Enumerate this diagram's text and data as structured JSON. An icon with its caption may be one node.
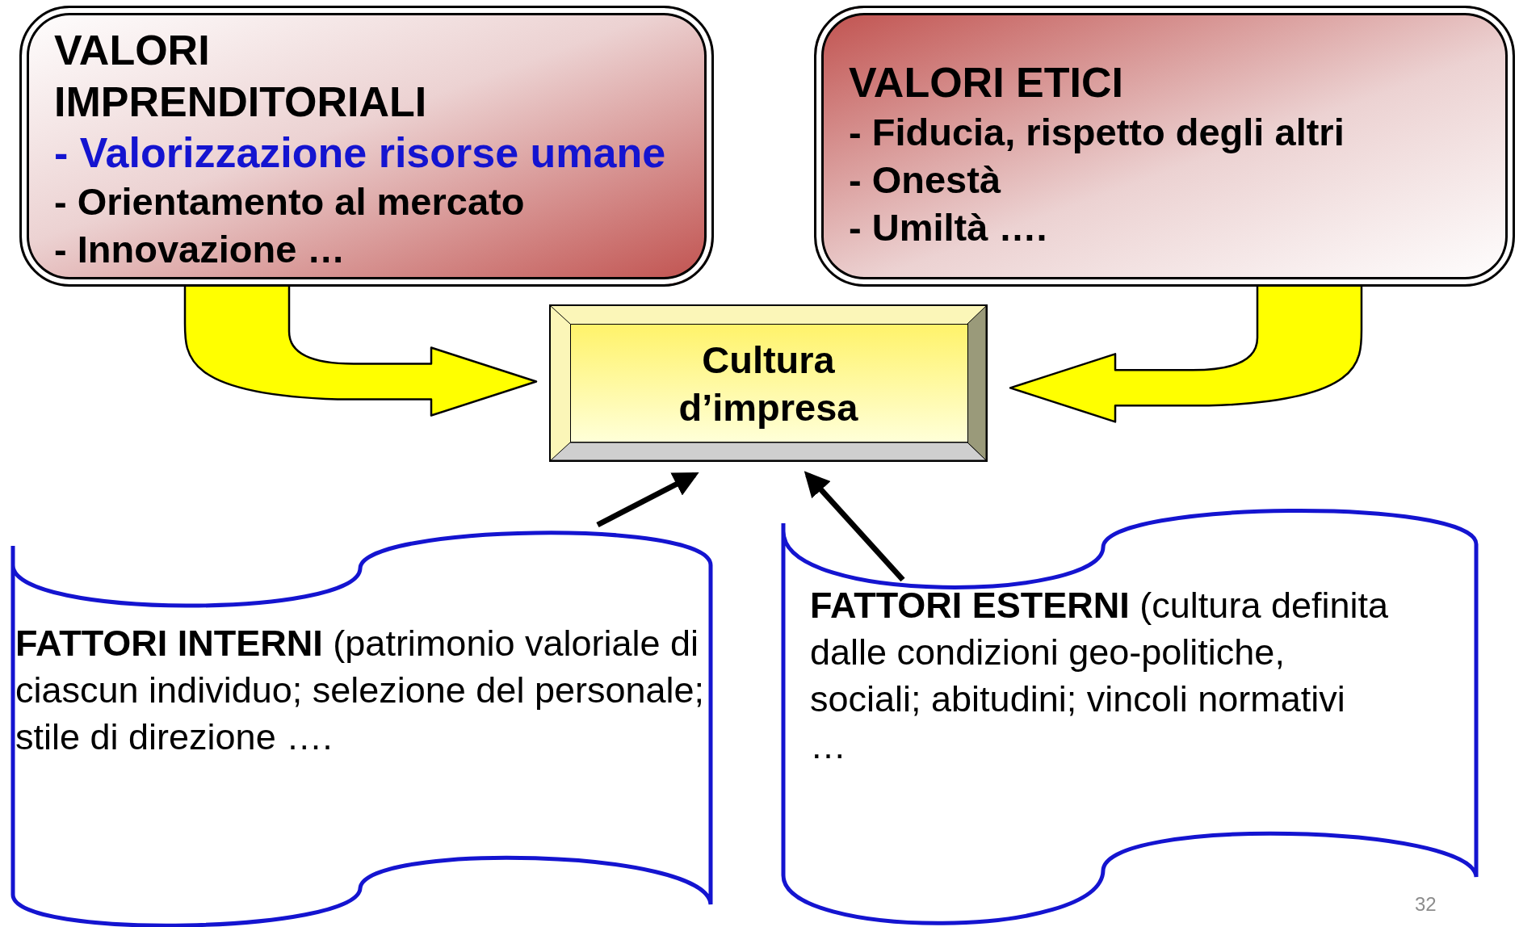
{
  "diagram": {
    "nodes": [
      {
        "text": [
          "VALORI IMPRENDITORIALI",
          "- Valorizzazione risorse umane",
          "- Orientamento al mercato",
          "- Innovazione …"
        ]
      },
      {
        "text": [
          "VALORI ETICI",
          "- Fiducia, rispetto degli altri",
          "- Onestà",
          "- Umiltà …."
        ]
      },
      {
        "text": [
          "Cultura d’impresa"
        ]
      },
      {
        "text": [
          "**FATTORI INTERNI** (patrimonio valoriale di ciascun individuo; selezione del personale; stile di direzione …."
        ]
      },
      {
        "text": [
          "**FATTORI ESTERNI** (cultura definita dalle condizioni geo-politiche, sociali; abitudini; vincoli normativi …"
        ]
      }
    ],
    "edges": [
      {
        "from": 0,
        "to": 2,
        "arrow": "to",
        "style": "thick",
        "color": "#ffff00"
      },
      {
        "from": 1,
        "to": 2,
        "arrow": "to",
        "style": "thick",
        "color": "#ffff00"
      },
      {
        "from": 3,
        "to": 2,
        "arrow": "to"
      },
      {
        "from": 4,
        "to": 2,
        "arrow": "to"
      }
    ],
    "labels": [
      "32"
    ]
  }
}
